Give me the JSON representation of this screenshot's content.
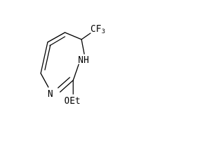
{
  "molecule": {
    "labels": {
      "cf3_main": "CF",
      "cf3_sub": "3",
      "nh": "N",
      "h": "H",
      "n": "N",
      "oet": "OEt"
    }
  }
}
